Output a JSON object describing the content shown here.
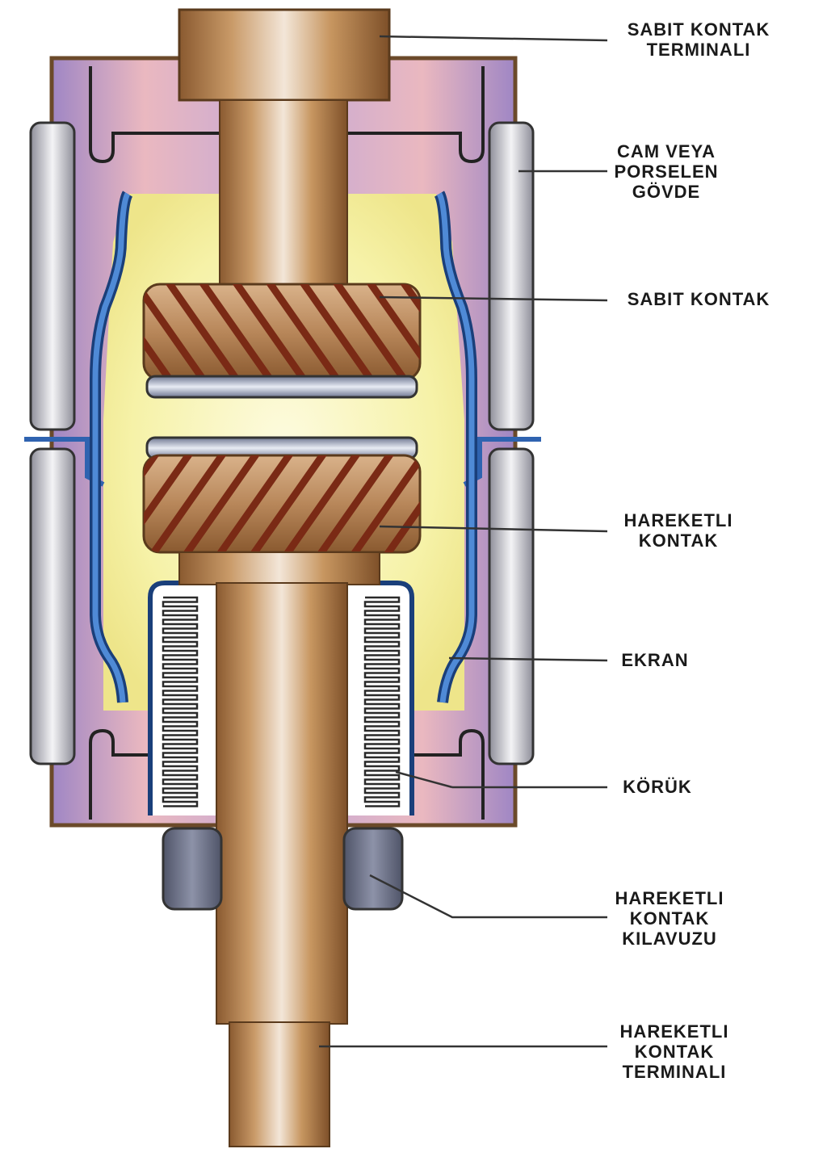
{
  "colors": {
    "copper": "#b8875a",
    "copper_dark": "#8a5a30",
    "copper_stripe": "#7a2a15",
    "body_purple": "#b79ac9",
    "body_pink": "#eab8c0",
    "inner_yellow": "#f6f2a8",
    "shield_blue": "#2f63b0",
    "insulator_grey": "#b9b9c2",
    "guide_slate": "#6c7186",
    "line": "#333333"
  },
  "labels": {
    "fixed_terminal": [
      "SABIT KONTAK",
      "TERMINALI"
    ],
    "body": [
      "CAM VEYA",
      "PORSELEN",
      "GÖVDE"
    ],
    "fixed_contact": [
      "SABIT KONTAK"
    ],
    "moving_contact": [
      "HAREKETLI",
      "KONTAK"
    ],
    "shield": [
      "EKRAN"
    ],
    "bellows": [
      "KÖRÜK"
    ],
    "guide": [
      "HAREKETLI",
      "KONTAK",
      "KILAVUZU"
    ],
    "moving_terminal": [
      "HAREKETLI",
      "KONTAK",
      "TERMINALI"
    ]
  }
}
